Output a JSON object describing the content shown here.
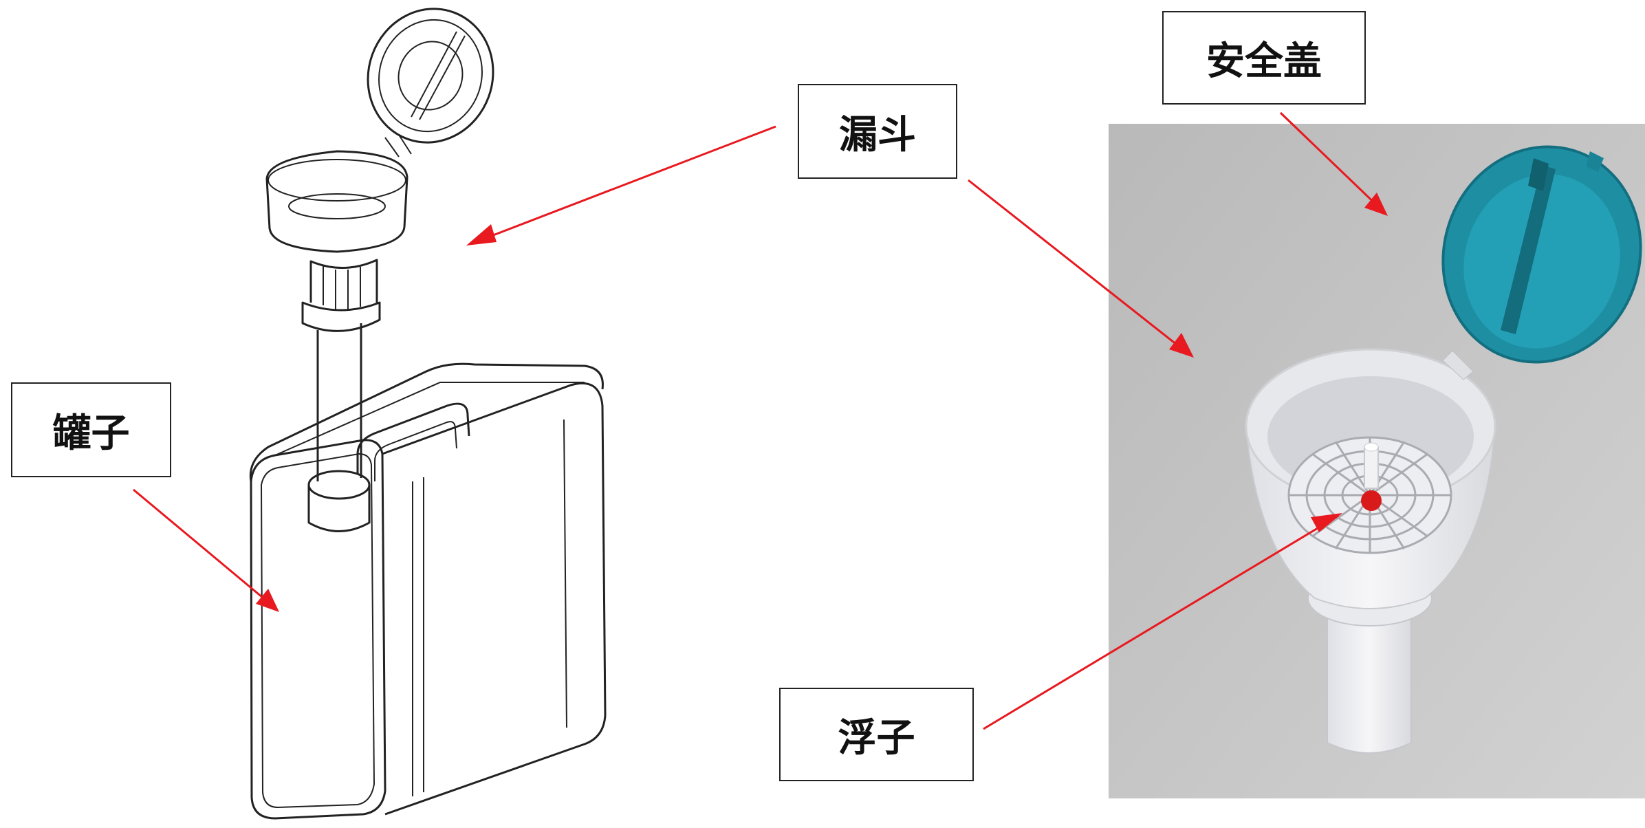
{
  "labels": {
    "funnel": "漏斗",
    "can": "罐子",
    "safety_lid": "安全盖",
    "float": "浮子"
  },
  "colors": {
    "arrow": "#e8191f",
    "lid": "#1e8fa3",
    "photo_background": "#c4c4c4",
    "funnel_body": "#eeeff3",
    "float_marker": "#d81a1a",
    "line_art": "#222222"
  }
}
